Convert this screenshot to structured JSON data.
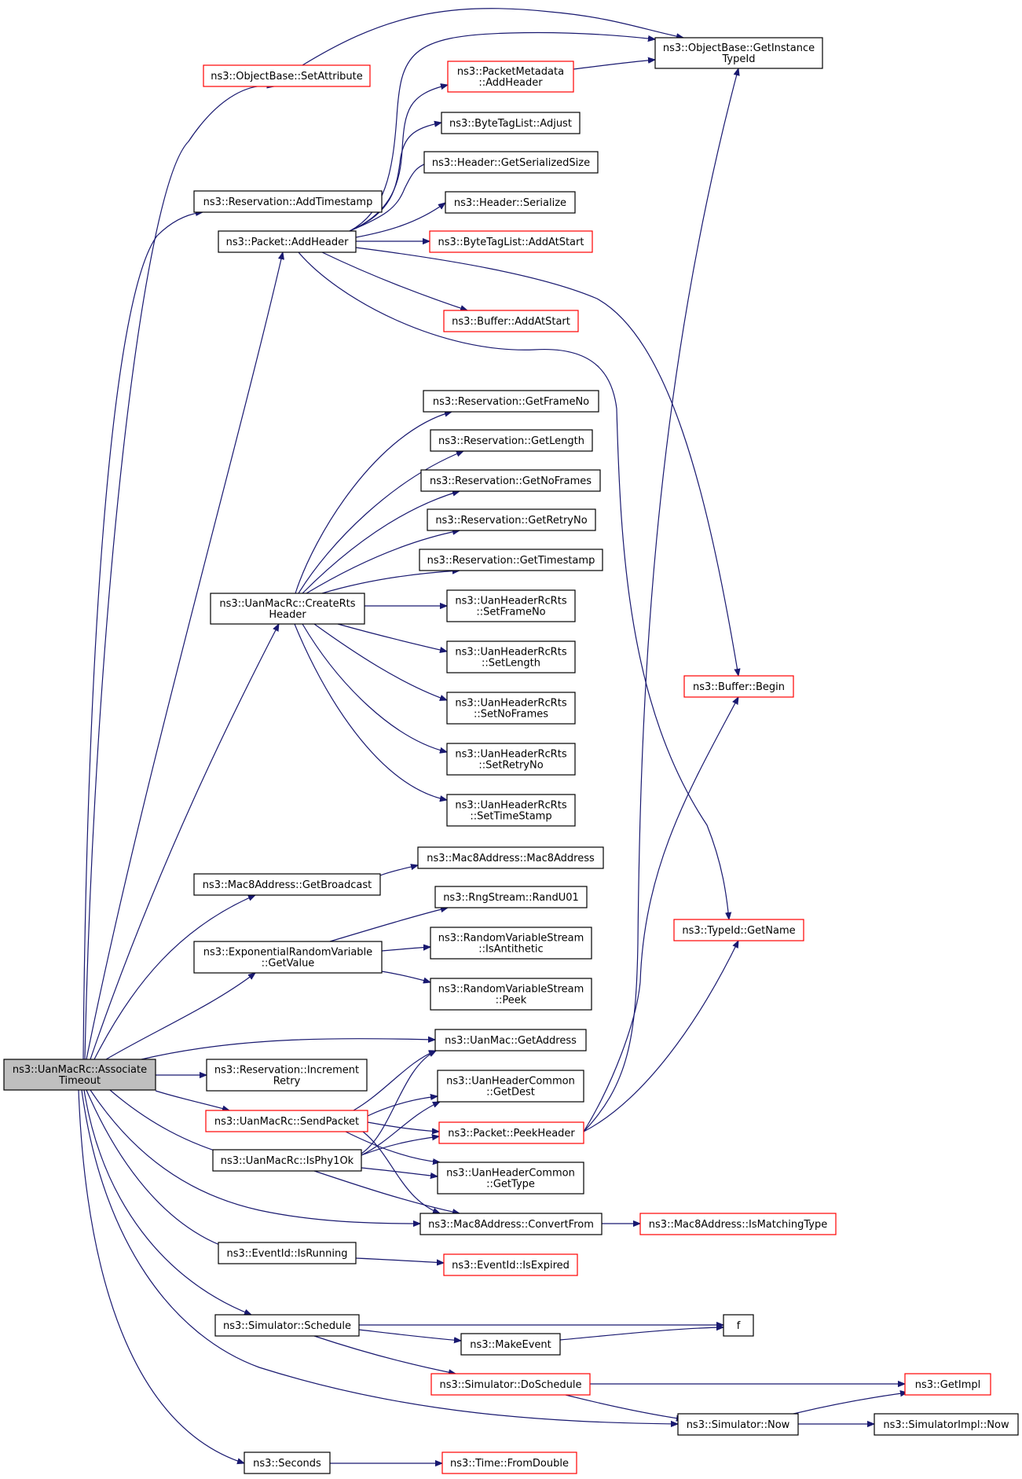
{
  "colors": {
    "edge": "#191970",
    "normal_border": "#000000",
    "red_border": "#ff0000",
    "root_fill": "#bfbfbf"
  },
  "nodes": [
    {
      "id": "root",
      "lines": [
        "ns3::UanMacRc::Associate",
        "Timeout"
      ],
      "style": "root"
    },
    {
      "id": "setattr",
      "lines": [
        "ns3::ObjectBase::SetAttribute"
      ],
      "style": "red"
    },
    {
      "id": "addts",
      "lines": [
        "ns3::Reservation::AddTimestamp"
      ],
      "style": "normal"
    },
    {
      "id": "pktadd",
      "lines": [
        "ns3::Packet::AddHeader"
      ],
      "style": "normal"
    },
    {
      "id": "createrts",
      "lines": [
        "ns3::UanMacRc::CreateRts",
        "Header"
      ],
      "style": "normal"
    },
    {
      "id": "getbcast",
      "lines": [
        "ns3::Mac8Address::GetBroadcast"
      ],
      "style": "normal"
    },
    {
      "id": "expget",
      "lines": [
        "ns3::ExponentialRandomVariable",
        "::GetValue"
      ],
      "style": "normal"
    },
    {
      "id": "incretry",
      "lines": [
        "ns3::Reservation::Increment",
        "Retry"
      ],
      "style": "normal"
    },
    {
      "id": "sendpkt",
      "lines": [
        "ns3::UanMacRc::SendPacket"
      ],
      "style": "red"
    },
    {
      "id": "isphy",
      "lines": [
        "ns3::UanMacRc::IsPhy1Ok"
      ],
      "style": "normal"
    },
    {
      "id": "isrun",
      "lines": [
        "ns3::EventId::IsRunning"
      ],
      "style": "normal"
    },
    {
      "id": "sched",
      "lines": [
        "ns3::Simulator::Schedule"
      ],
      "style": "normal"
    },
    {
      "id": "seconds",
      "lines": [
        "ns3::Seconds"
      ],
      "style": "normal"
    },
    {
      "id": "getinst",
      "lines": [
        "ns3::ObjectBase::GetInstance",
        "TypeId"
      ],
      "style": "normal"
    },
    {
      "id": "pmadd",
      "lines": [
        "ns3::PacketMetadata",
        "::AddHeader"
      ],
      "style": "red"
    },
    {
      "id": "btladj",
      "lines": [
        "ns3::ByteTagList::Adjust"
      ],
      "style": "normal"
    },
    {
      "id": "hgetsz",
      "lines": [
        "ns3::Header::GetSerializedSize"
      ],
      "style": "normal"
    },
    {
      "id": "hser",
      "lines": [
        "ns3::Header::Serialize"
      ],
      "style": "normal"
    },
    {
      "id": "btlstart",
      "lines": [
        "ns3::ByteTagList::AddAtStart"
      ],
      "style": "red"
    },
    {
      "id": "bufstart",
      "lines": [
        "ns3::Buffer::AddAtStart"
      ],
      "style": "red"
    },
    {
      "id": "rgetframe",
      "lines": [
        "ns3::Reservation::GetFrameNo"
      ],
      "style": "normal"
    },
    {
      "id": "rgetlen",
      "lines": [
        "ns3::Reservation::GetLength"
      ],
      "style": "normal"
    },
    {
      "id": "rgetnof",
      "lines": [
        "ns3::Reservation::GetNoFrames"
      ],
      "style": "normal"
    },
    {
      "id": "rgetretry",
      "lines": [
        "ns3::Reservation::GetRetryNo"
      ],
      "style": "normal"
    },
    {
      "id": "rgetts",
      "lines": [
        "ns3::Reservation::GetTimestamp"
      ],
      "style": "normal"
    },
    {
      "id": "hsetframe",
      "lines": [
        "ns3::UanHeaderRcRts",
        "::SetFrameNo"
      ],
      "style": "normal"
    },
    {
      "id": "hsetlen",
      "lines": [
        "ns3::UanHeaderRcRts",
        "::SetLength"
      ],
      "style": "normal"
    },
    {
      "id": "hsetnof",
      "lines": [
        "ns3::UanHeaderRcRts",
        "::SetNoFrames"
      ],
      "style": "normal"
    },
    {
      "id": "hsetretry",
      "lines": [
        "ns3::UanHeaderRcRts",
        "::SetRetryNo"
      ],
      "style": "normal"
    },
    {
      "id": "hsetts",
      "lines": [
        "ns3::UanHeaderRcRts",
        "::SetTimeStamp"
      ],
      "style": "normal"
    },
    {
      "id": "macctor",
      "lines": [
        "ns3::Mac8Address::Mac8Address"
      ],
      "style": "normal"
    },
    {
      "id": "randu01",
      "lines": [
        "ns3::RngStream::RandU01"
      ],
      "style": "normal"
    },
    {
      "id": "isanti",
      "lines": [
        "ns3::RandomVariableStream",
        "::IsAntithetic"
      ],
      "style": "normal"
    },
    {
      "id": "peek",
      "lines": [
        "ns3::RandomVariableStream",
        "::Peek"
      ],
      "style": "normal"
    },
    {
      "id": "uanaddr",
      "lines": [
        "ns3::UanMac::GetAddress"
      ],
      "style": "normal"
    },
    {
      "id": "getdest",
      "lines": [
        "ns3::UanHeaderCommon",
        "::GetDest"
      ],
      "style": "normal"
    },
    {
      "id": "peekhdr",
      "lines": [
        "ns3::Packet::PeekHeader"
      ],
      "style": "red"
    },
    {
      "id": "gettype",
      "lines": [
        "ns3::UanHeaderCommon",
        "::GetType"
      ],
      "style": "normal"
    },
    {
      "id": "convfrom",
      "lines": [
        "ns3::Mac8Address::ConvertFrom"
      ],
      "style": "normal"
    },
    {
      "id": "ismatch",
      "lines": [
        "ns3::Mac8Address::IsMatchingType"
      ],
      "style": "red"
    },
    {
      "id": "isexp",
      "lines": [
        "ns3::EventId::IsExpired"
      ],
      "style": "red"
    },
    {
      "id": "f",
      "lines": [
        "f"
      ],
      "style": "normal"
    },
    {
      "id": "mkevent",
      "lines": [
        "ns3::MakeEvent"
      ],
      "style": "normal"
    },
    {
      "id": "dosched",
      "lines": [
        "ns3::Simulator::DoSchedule"
      ],
      "style": "red"
    },
    {
      "id": "getimpl",
      "lines": [
        "ns3::GetImpl"
      ],
      "style": "red"
    },
    {
      "id": "simnow",
      "lines": [
        "ns3::Simulator::Now"
      ],
      "style": "normal"
    },
    {
      "id": "implnow",
      "lines": [
        "ns3::SimulatorImpl::Now"
      ],
      "style": "normal"
    },
    {
      "id": "fromdbl",
      "lines": [
        "ns3::Time::FromDouble"
      ],
      "style": "red"
    },
    {
      "id": "bufbegin",
      "lines": [
        "ns3::Buffer::Begin"
      ],
      "style": "red"
    },
    {
      "id": "tidname",
      "lines": [
        "ns3::TypeId::GetName"
      ],
      "style": "red"
    }
  ],
  "edges": [
    {
      "from": "root",
      "to": "setattr"
    },
    {
      "from": "root",
      "to": "addts"
    },
    {
      "from": "root",
      "to": "pktadd"
    },
    {
      "from": "root",
      "to": "createrts"
    },
    {
      "from": "root",
      "to": "getbcast"
    },
    {
      "from": "root",
      "to": "expget"
    },
    {
      "from": "root",
      "to": "uanaddr"
    },
    {
      "from": "root",
      "to": "incretry"
    },
    {
      "from": "root",
      "to": "sendpkt"
    },
    {
      "from": "root",
      "to": "isphy"
    },
    {
      "from": "root",
      "to": "convfrom"
    },
    {
      "from": "root",
      "to": "isrun"
    },
    {
      "from": "root",
      "to": "sched"
    },
    {
      "from": "root",
      "to": "simnow"
    },
    {
      "from": "root",
      "to": "seconds"
    },
    {
      "from": "setattr",
      "to": "getinst"
    },
    {
      "from": "pktadd",
      "to": "getinst"
    },
    {
      "from": "pktadd",
      "to": "pmadd"
    },
    {
      "from": "pktadd",
      "to": "btladj"
    },
    {
      "from": "pktadd",
      "to": "hgetsz"
    },
    {
      "from": "pktadd",
      "to": "hser"
    },
    {
      "from": "pktadd",
      "to": "btlstart"
    },
    {
      "from": "pktadd",
      "to": "bufstart"
    },
    {
      "from": "pktadd",
      "to": "bufbegin"
    },
    {
      "from": "pktadd",
      "to": "tidname"
    },
    {
      "from": "pmadd",
      "to": "getinst"
    },
    {
      "from": "createrts",
      "to": "rgetframe"
    },
    {
      "from": "createrts",
      "to": "rgetlen"
    },
    {
      "from": "createrts",
      "to": "rgetnof"
    },
    {
      "from": "createrts",
      "to": "rgetretry"
    },
    {
      "from": "createrts",
      "to": "rgetts"
    },
    {
      "from": "createrts",
      "to": "hsetframe"
    },
    {
      "from": "createrts",
      "to": "hsetlen"
    },
    {
      "from": "createrts",
      "to": "hsetnof"
    },
    {
      "from": "createrts",
      "to": "hsetretry"
    },
    {
      "from": "createrts",
      "to": "hsetts"
    },
    {
      "from": "getbcast",
      "to": "macctor"
    },
    {
      "from": "expget",
      "to": "randu01"
    },
    {
      "from": "expget",
      "to": "isanti"
    },
    {
      "from": "expget",
      "to": "peek"
    },
    {
      "from": "sendpkt",
      "to": "uanaddr"
    },
    {
      "from": "sendpkt",
      "to": "getdest"
    },
    {
      "from": "sendpkt",
      "to": "peekhdr"
    },
    {
      "from": "sendpkt",
      "to": "gettype"
    },
    {
      "from": "sendpkt",
      "to": "convfrom"
    },
    {
      "from": "isphy",
      "to": "uanaddr"
    },
    {
      "from": "isphy",
      "to": "getdest"
    },
    {
      "from": "isphy",
      "to": "peekhdr"
    },
    {
      "from": "isphy",
      "to": "gettype"
    },
    {
      "from": "isphy",
      "to": "convfrom"
    },
    {
      "from": "peekhdr",
      "to": "getinst"
    },
    {
      "from": "peekhdr",
      "to": "bufbegin"
    },
    {
      "from": "peekhdr",
      "to": "tidname"
    },
    {
      "from": "convfrom",
      "to": "ismatch"
    },
    {
      "from": "isrun",
      "to": "isexp"
    },
    {
      "from": "sched",
      "to": "f"
    },
    {
      "from": "sched",
      "to": "mkevent"
    },
    {
      "from": "sched",
      "to": "dosched"
    },
    {
      "from": "mkevent",
      "to": "f"
    },
    {
      "from": "dosched",
      "to": "getimpl"
    },
    {
      "from": "dosched",
      "to": "simnow"
    },
    {
      "from": "simnow",
      "to": "getimpl"
    },
    {
      "from": "simnow",
      "to": "implnow"
    },
    {
      "from": "seconds",
      "to": "fromdbl"
    }
  ]
}
